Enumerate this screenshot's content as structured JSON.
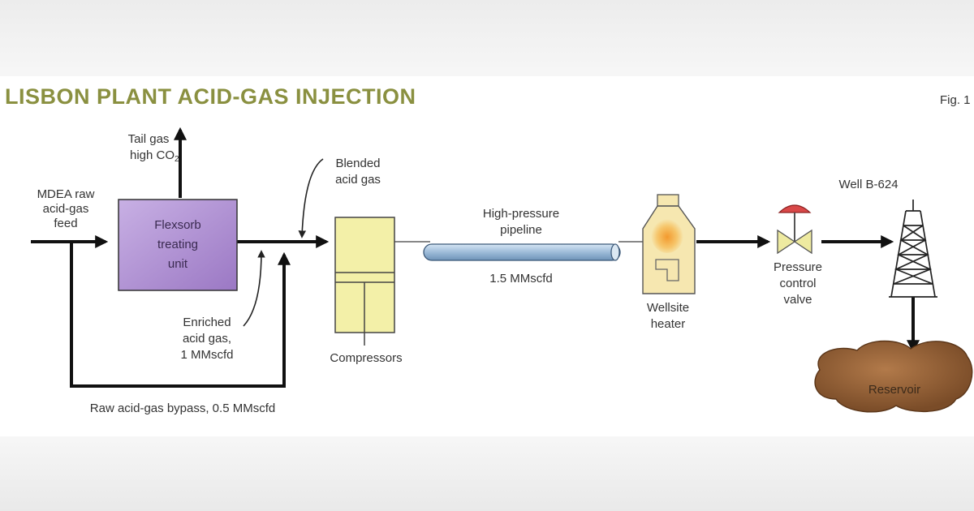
{
  "figure": {
    "title": "Lisbon plant acid-gas injection",
    "fig_label": "Fig. 1"
  },
  "labels": {
    "tail_gas_1": "Tail gas",
    "tail_gas_2": "high CO",
    "tail_gas_sub": "2",
    "feed_1": "MDEA raw",
    "feed_2": "acid-gas",
    "feed_3": "feed",
    "unit_1": "Flexsorb",
    "unit_2": "treating",
    "unit_3": "unit",
    "blended_1": "Blended",
    "blended_2": "acid gas",
    "enriched_1": "Enriched",
    "enriched_2": "acid gas,",
    "enriched_3": "1 MMscfd",
    "bypass": "Raw acid-gas bypass, 0.5 MMscfd",
    "compressors": "Compressors",
    "pipeline_1": "High-pressure",
    "pipeline_2": "pipeline",
    "pipeline_rate": "1.5 MMscfd",
    "heater_1": "Wellsite",
    "heater_2": "heater",
    "valve_1": "Pressure",
    "valve_2": "control",
    "valve_3": "valve",
    "well": "Well B-624",
    "reservoir": "Reservoir"
  },
  "colors": {
    "title": "#8a9040",
    "unit_fill": "#b79ad6",
    "compressor_fill": "#f3f0a8",
    "pipeline_fill": "#a9c6e0",
    "heater_fill": "#f6e7b0",
    "flame": "#f2a23a",
    "valve_body": "#eeeaa0",
    "valve_cap": "#d94848",
    "reservoir_fill": "#8a5a30",
    "flow_line": "#111111"
  },
  "icons": {
    "valve": "pressure-control-valve-icon",
    "well": "derrick-icon",
    "heater": "heater-icon"
  }
}
